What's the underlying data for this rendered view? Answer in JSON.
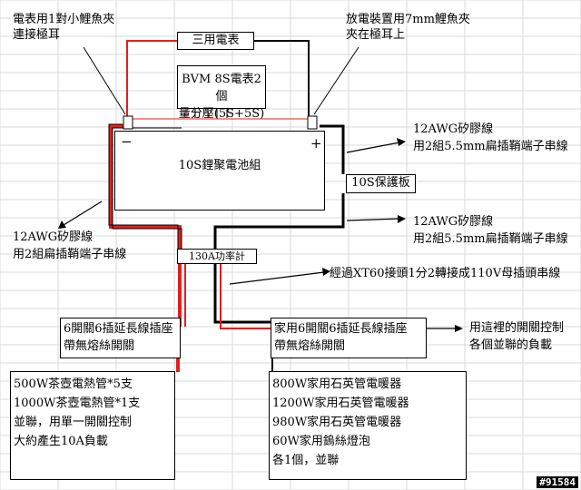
{
  "labels": {
    "top_left": [
      "電表用1對小鯉魚夾",
      "連接極耳"
    ],
    "top_right": [
      "放電裝置用7mm鯉魚夾",
      "夾在極耳上"
    ],
    "meter": "三用電表",
    "bvm": [
      "BVM 8S電表2個",
      "量分壓(5S+5S)"
    ],
    "battery": "10S鋰聚電池組",
    "minus": "−",
    "plus": "+",
    "protect": "10S保護板",
    "right_mid1": [
      "12AWG矽膠線",
      "用2組5.5mm扁插鞘端子串線"
    ],
    "right_mid2": [
      "12AWG矽膠線",
      "用2組5.5mm扁插鞘端子串線"
    ],
    "left_mid": [
      "12AWG矽膠線",
      "用2組扁插鞘端子串線"
    ],
    "power_meter": "130A功率計",
    "xt60": "經過XT60接頭1分2轉接成110V母插頭串線",
    "strip_left": [
      "6開關6插延長線插座",
      "帶無熔絲開關"
    ],
    "strip_right": [
      "家用6開關6插延長線插座",
      "帶無熔絲開關"
    ],
    "strip_note": [
      "用這裡的開關控制",
      "各個並聯的負載"
    ],
    "load_left": [
      "500W茶壺電熱管*5支",
      "1000W茶壺電熱管*1支",
      "並聯，用單一開關控制",
      "大約產生10A負載"
    ],
    "load_right": [
      "800W家用石英管電暖器",
      "1200W家用石英管電暖器",
      "980W家用石英管電暖器",
      "60W家用鎢絲燈泡",
      "各1個，並聯"
    ],
    "watermark": "#91584"
  },
  "colors": {
    "wire_red": "#e02020",
    "wire_black": "#000000",
    "grid": "#d9d9d9"
  }
}
